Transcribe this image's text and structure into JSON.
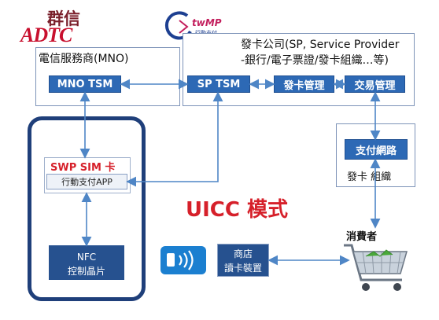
{
  "logos": {
    "adtc_text": "群信",
    "adtc_letters": "ADTC",
    "twmp_text": "twMP",
    "twmp_sub": "行動支付"
  },
  "mno": {
    "title": "電信服務商(MNO)",
    "tsm_label": "MNO TSM"
  },
  "sp": {
    "title_line1": "發卡公司(SP, Service Provider",
    "title_line2": "-銀行/電子票證/發卡組織…等)",
    "tsm_label": "SP TSM",
    "card_mgmt": "發卡管理",
    "txn_mgmt": "交易管理"
  },
  "issuer": {
    "network_label": "支付網路",
    "org_label": "發卡 組織"
  },
  "phone": {
    "sim_label": "SWP SIM 卡",
    "app_label": "行動支付APP",
    "nfc_line1": "NFC",
    "nfc_line2": "控制晶片"
  },
  "mode_title": "UICC 模式",
  "store": {
    "line1": "商店",
    "line2": "讀卡裝置"
  },
  "consumer_label": "消費者",
  "colors": {
    "box_blue": "#2d69b5",
    "title_red": "#d6202a",
    "panel_border": "#7d93b8",
    "phone_border": "#1f3f7a",
    "arrow": "#4f86c6"
  }
}
